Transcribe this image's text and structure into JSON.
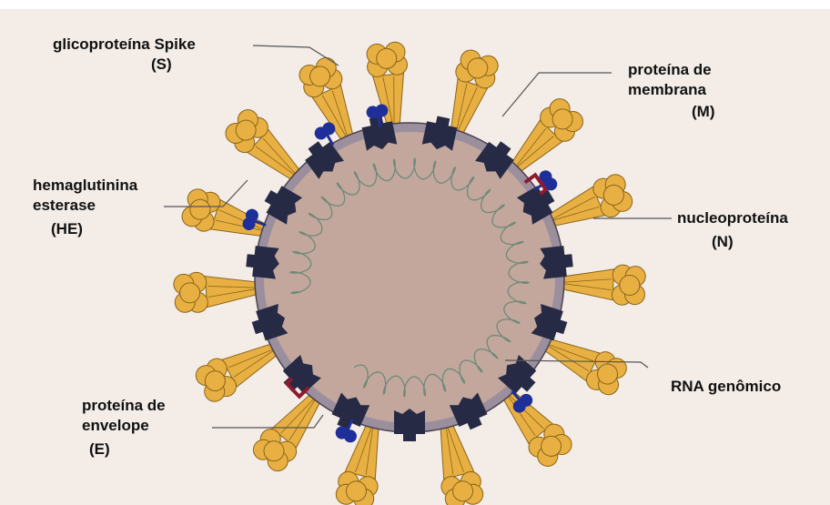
{
  "labels": {
    "spike": {
      "line1": "glicoproteína Spike",
      "line2": "(S)"
    },
    "membrane": {
      "line1": "proteína de",
      "line2": "membrana",
      "line3": "(M)"
    },
    "he": {
      "line1": "hemaglutinina",
      "line2": "esterase",
      "line3": "(HE)"
    },
    "nucleo": {
      "line1": "nucleoproteína",
      "line2": "(N)"
    },
    "envelope": {
      "line1": "proteína de",
      "line2": "envelope",
      "line3": "(E)"
    },
    "rna": {
      "line1": "RNA genômico"
    }
  },
  "colors": {
    "background": "#f3ece7",
    "membrane": "#9b8f9e",
    "core": "#c3a79d",
    "membrane_protein": "#262a45",
    "spike": "#e8b043",
    "spike_edge": "#8a6418",
    "he_protein": "#1f2f99",
    "envelope_protein": "#8e1a2e",
    "rna": "#6f8a78"
  }
}
